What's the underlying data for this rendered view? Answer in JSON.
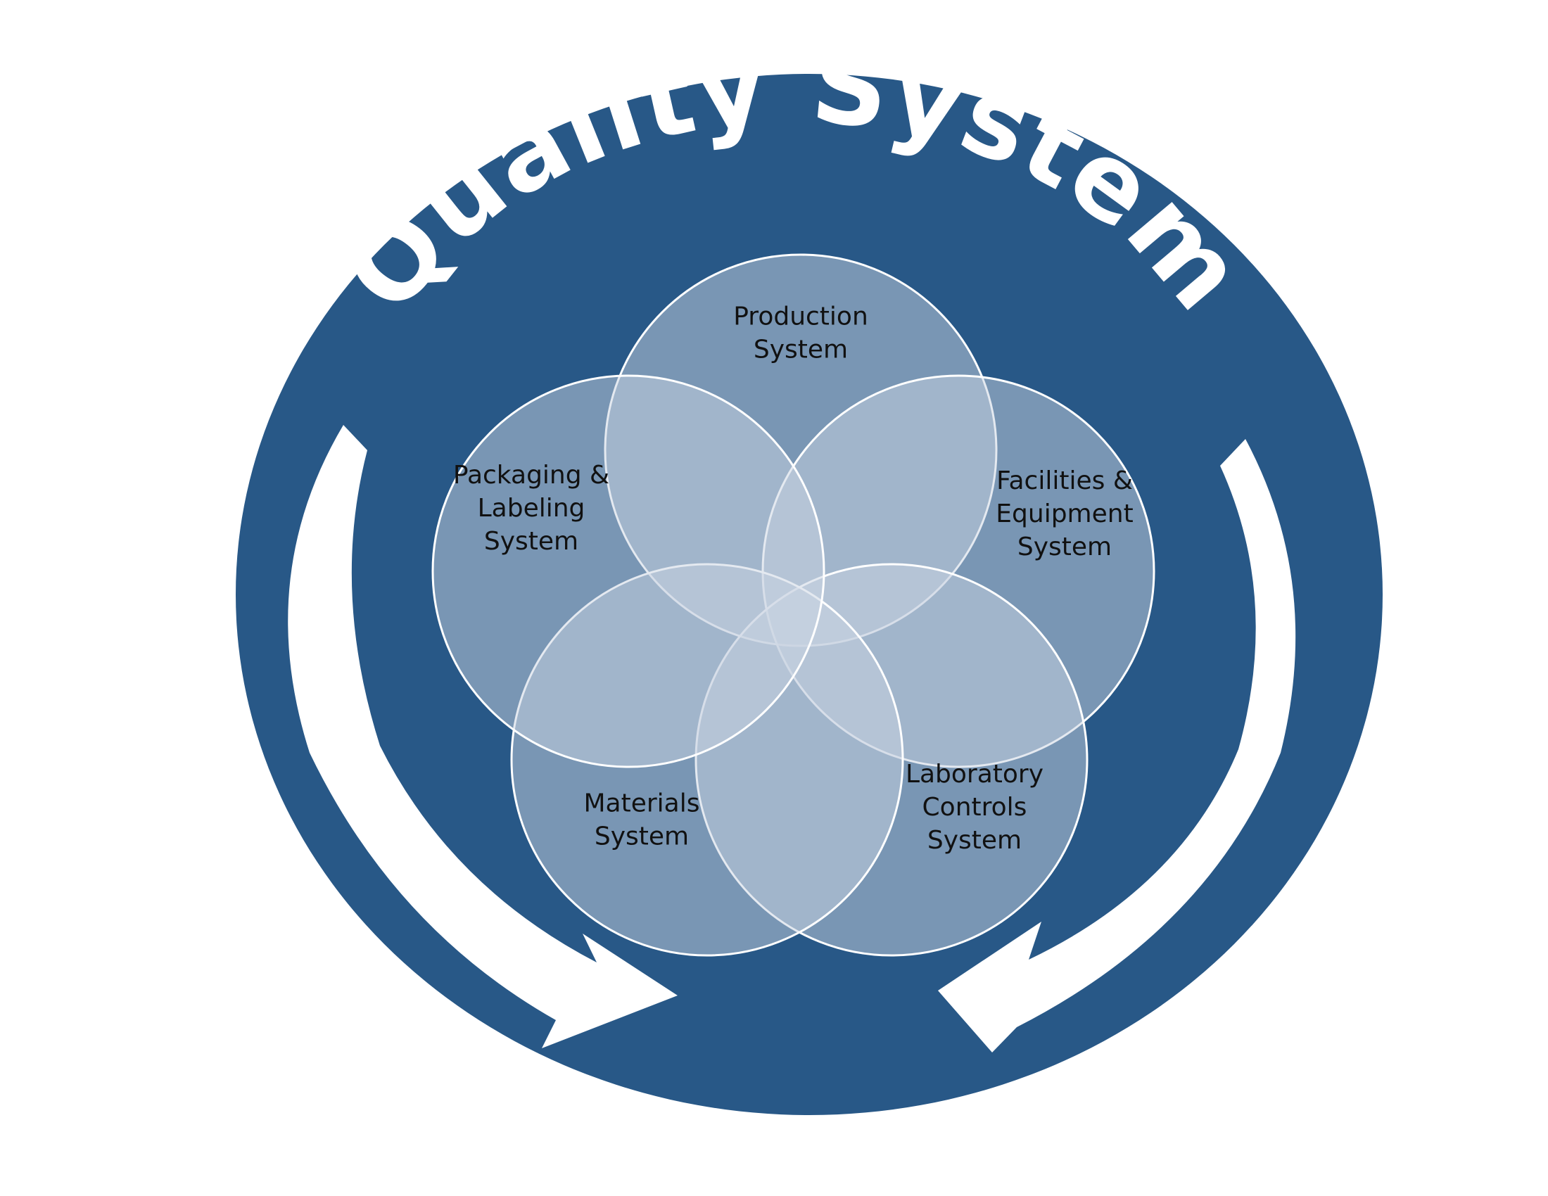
{
  "title": "Quality System",
  "colors": {
    "outer_ring": "#285887",
    "circle_fill": "#c9d4e2",
    "circle_stroke": "#ffffff",
    "arrow": "#ffffff",
    "title_text": "#ffffff",
    "label_text": "#111111"
  },
  "systems": [
    {
      "id": "production",
      "lines": [
        "Production",
        "System"
      ]
    },
    {
      "id": "facilities-equipment",
      "lines": [
        "Facilities &",
        "Equipment",
        "System"
      ]
    },
    {
      "id": "laboratory-controls",
      "lines": [
        "Laboratory",
        "Controls",
        "System"
      ]
    },
    {
      "id": "materials",
      "lines": [
        "Materials",
        "System"
      ]
    },
    {
      "id": "packaging-labeling",
      "lines": [
        "Packaging &",
        "Labeling",
        "System"
      ]
    }
  ]
}
